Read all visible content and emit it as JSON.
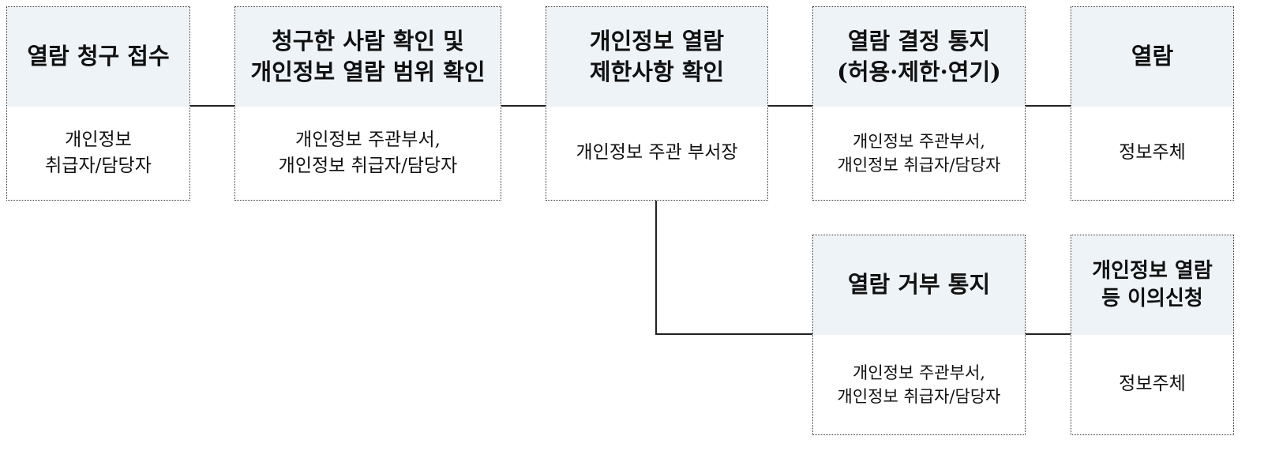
{
  "steps": [
    {
      "title": "열람 청구 접수",
      "actor": "개인정보\n취급자/담당자"
    },
    {
      "title": "청구한 사람 확인 및\n개인정보 열람 범위 확인",
      "actor": "개인정보 주관부서,\n개인정보 취급자/담당자"
    },
    {
      "title": "개인정보 열람\n제한사항 확인",
      "actor": "개인정보 주관 부서장"
    },
    {
      "title": "열람 결정 통지\n(허용·제한·연기)",
      "actor": "개인정보 주관부서,\n개인정보 취급자/담당자"
    },
    {
      "title": "열람",
      "actor": "정보주체"
    },
    {
      "title": "열람 거부 통지",
      "actor": "개인정보 주관부서,\n개인정보 취급자/담당자"
    },
    {
      "title": "개인정보 열람\n등 이의신청",
      "actor": "정보주체"
    }
  ],
  "colors": {
    "header_fill": "#eef3f8",
    "line": "#222222"
  }
}
